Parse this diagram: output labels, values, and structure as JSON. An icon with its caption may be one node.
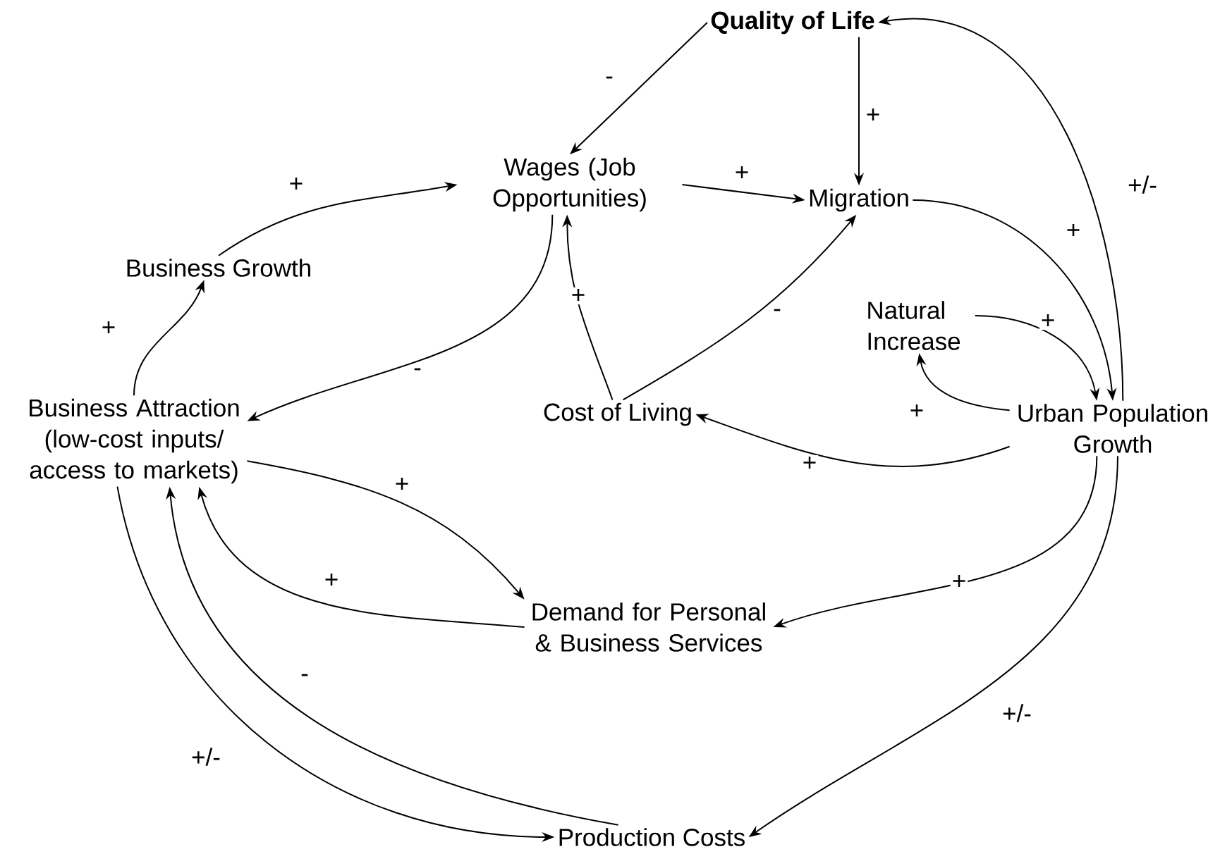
{
  "diagram": {
    "nodes": [
      {
        "text": [
          "Quality of Life"
        ]
      },
      {
        "text": [
          "Wages (Job Opportunities)"
        ]
      },
      {
        "text": [
          "Migration"
        ]
      },
      {
        "text": [
          "Business Growth"
        ]
      },
      {
        "text": [
          "Natural Increase"
        ]
      },
      {
        "text": [
          "Business Attraction (low-cost inputs/ access to markets)"
        ]
      },
      {
        "text": [
          "Cost of Living"
        ]
      },
      {
        "text": [
          "Urban Population Growth"
        ]
      },
      {
        "text": [
          "Demand for Personal & Business Services"
        ]
      },
      {
        "text": [
          "Production Costs"
        ]
      }
    ],
    "edges": [
      {
        "from": 0,
        "to": 1,
        "arrow": "to",
        "label": "-"
      },
      {
        "from": 0,
        "to": 2,
        "arrow": "to",
        "label": "+"
      },
      {
        "from": 1,
        "to": 2,
        "arrow": "to",
        "label": "+"
      },
      {
        "from": 3,
        "to": 1,
        "arrow": "to",
        "label": "+"
      },
      {
        "from": 1,
        "to": 5,
        "arrow": "to",
        "label": "-"
      },
      {
        "from": 5,
        "to": 3,
        "arrow": "to",
        "label": "+"
      },
      {
        "from": 6,
        "to": 1,
        "arrow": "to",
        "label": "+"
      },
      {
        "from": 6,
        "to": 2,
        "arrow": "to",
        "label": "-"
      },
      {
        "from": 2,
        "to": 7,
        "arrow": "to",
        "label": "+"
      },
      {
        "from": 7,
        "to": 0,
        "arrow": "to",
        "label": "+/-"
      },
      {
        "from": 4,
        "to": 7,
        "arrow": "to",
        "label": "+"
      },
      {
        "from": 7,
        "to": 4,
        "arrow": "to",
        "label": "+"
      },
      {
        "from": 7,
        "to": 6,
        "arrow": "to",
        "label": "+"
      },
      {
        "from": 5,
        "to": 8,
        "arrow": "to",
        "label": "+"
      },
      {
        "from": 8,
        "to": 5,
        "arrow": "to",
        "label": "+"
      },
      {
        "from": 7,
        "to": 8,
        "arrow": "to",
        "label": "+"
      },
      {
        "from": 7,
        "to": 9,
        "arrow": "to",
        "label": "+/-"
      },
      {
        "from": 9,
        "to": 5,
        "arrow": "to",
        "label": "-"
      },
      {
        "from": 5,
        "to": 9,
        "arrow": "to",
        "label": "+/-"
      }
    ]
  }
}
